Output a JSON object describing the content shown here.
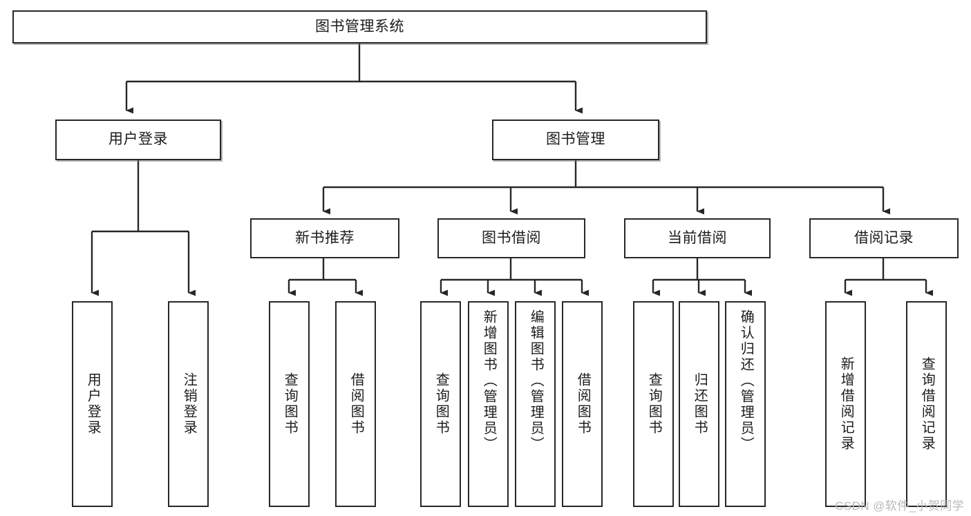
{
  "diagram": {
    "type": "tree-hierarchy",
    "title": "图书管理系统",
    "root": {
      "label": "图书管理系统"
    },
    "level1": [
      {
        "label": "用户登录"
      },
      {
        "label": "图书管理"
      }
    ],
    "level2": [
      {
        "label": "新书推荐"
      },
      {
        "label": "图书借阅"
      },
      {
        "label": "当前借阅"
      },
      {
        "label": "借阅记录"
      }
    ],
    "leaves": {
      "user_login": [
        {
          "label": "用户登录"
        },
        {
          "label": "注销登录"
        }
      ],
      "new_book_recommend": [
        {
          "label": "查询图书"
        },
        {
          "label": "借阅图书"
        }
      ],
      "book_borrow": [
        {
          "label": "查询图书"
        },
        {
          "label": "新增图书（管理员）"
        },
        {
          "label": "编辑图书（管理员）"
        },
        {
          "label": "借阅图书"
        }
      ],
      "current_borrow": [
        {
          "label": "查询图书"
        },
        {
          "label": "归还图书"
        },
        {
          "label": "确认归还（管理员）"
        }
      ],
      "borrow_records": [
        {
          "label": "新增借阅记录"
        },
        {
          "label": "查询借阅记录"
        }
      ]
    },
    "colors": {
      "stroke": "#272727",
      "fill": "#ffffff",
      "text": "#1c1c1c",
      "watermark": "#b9b9b9",
      "background": "#ffffff"
    }
  },
  "watermark": {
    "text": "CSDN @软件_小贺同学"
  }
}
